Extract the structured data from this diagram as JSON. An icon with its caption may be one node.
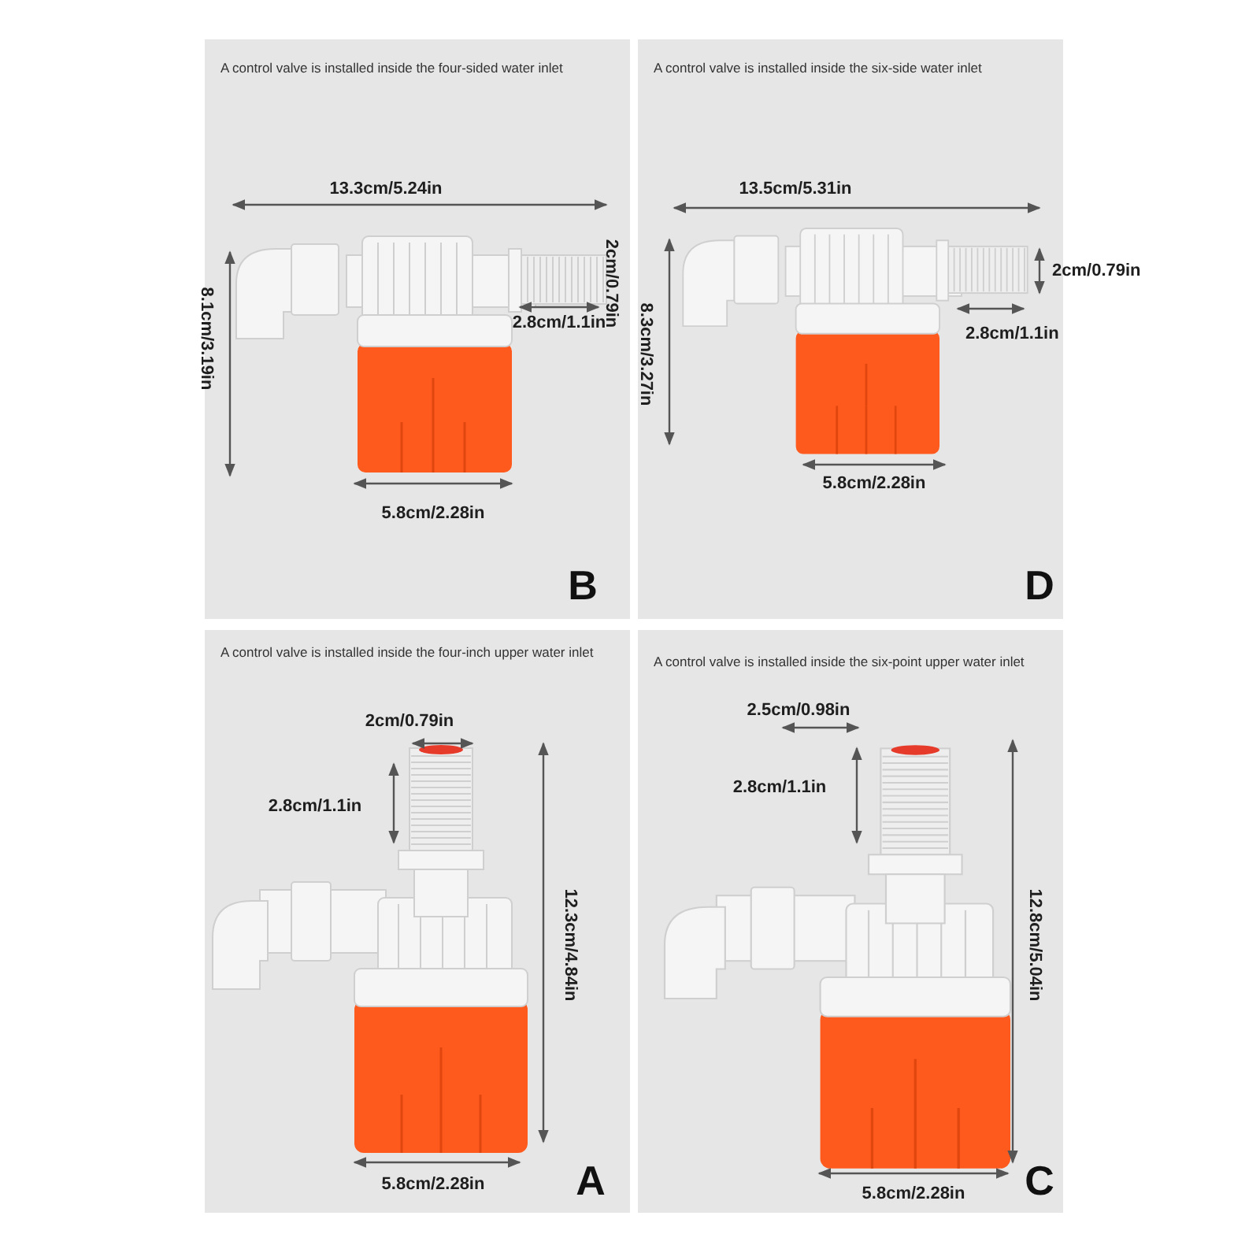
{
  "diagram": {
    "nodes": [
      {
        "text": [
          "A control valve is installed inside the four-sided water inlet",
          "B"
        ]
      },
      {
        "text": [
          "A control valve is installed inside the six-side water inlet",
          "D"
        ]
      },
      {
        "text": [
          "A control valve is installed inside the four-inch upper water inlet",
          "A"
        ]
      },
      {
        "text": [
          "A control valve is installed inside the six-point upper water inlet",
          "C"
        ]
      }
    ],
    "labels": [
      "13.3cm/5.24in",
      "8.1cm/3.19in",
      "2cm/0.79in",
      "2.8cm/1.1in",
      "5.8cm/2.28in",
      "13.5cm/5.31in",
      "8.3cm/3.27in",
      "2cm/0.79in",
      "2.8cm/1.1in",
      "5.8cm/2.28in",
      "2cm/0.79in",
      "2.8cm/1.1in",
      "12.3cm/4.84in",
      "5.8cm/2.28in",
      "2.5cm/0.98in",
      "2.8cm/1.1in",
      "12.8cm/5.04in",
      "5.8cm/2.28in"
    ]
  }
}
